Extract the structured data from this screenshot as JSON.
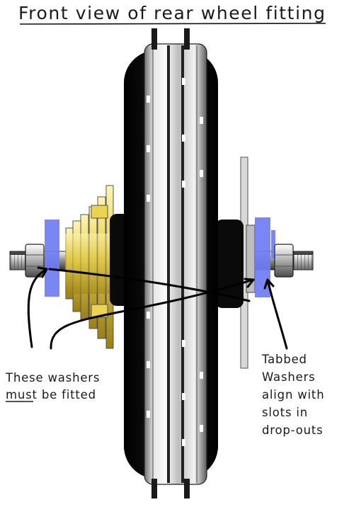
{
  "title": "Front view of rear wheel fitting",
  "left_note": {
    "line1": "These washers",
    "line2_emphasis": "must",
    "line2_rest": " be fitted"
  },
  "right_note": {
    "lines": [
      "Tabbed",
      "Washers",
      "align with",
      "slots in",
      "drop-outs"
    ]
  },
  "colors": {
    "washer_highlight": "#6f7df2",
    "cassette_gold": "#e3cd4c",
    "hub_black": "#0a0a0a",
    "rim_silver": "#d9d9d9"
  },
  "icons": {
    "left_axle_nut": "hex-nut-icon",
    "right_axle_nut": "hex-nut-icon",
    "cassette": "cassette-sprockets-icon",
    "disc_rotor": "brake-disc-icon"
  }
}
